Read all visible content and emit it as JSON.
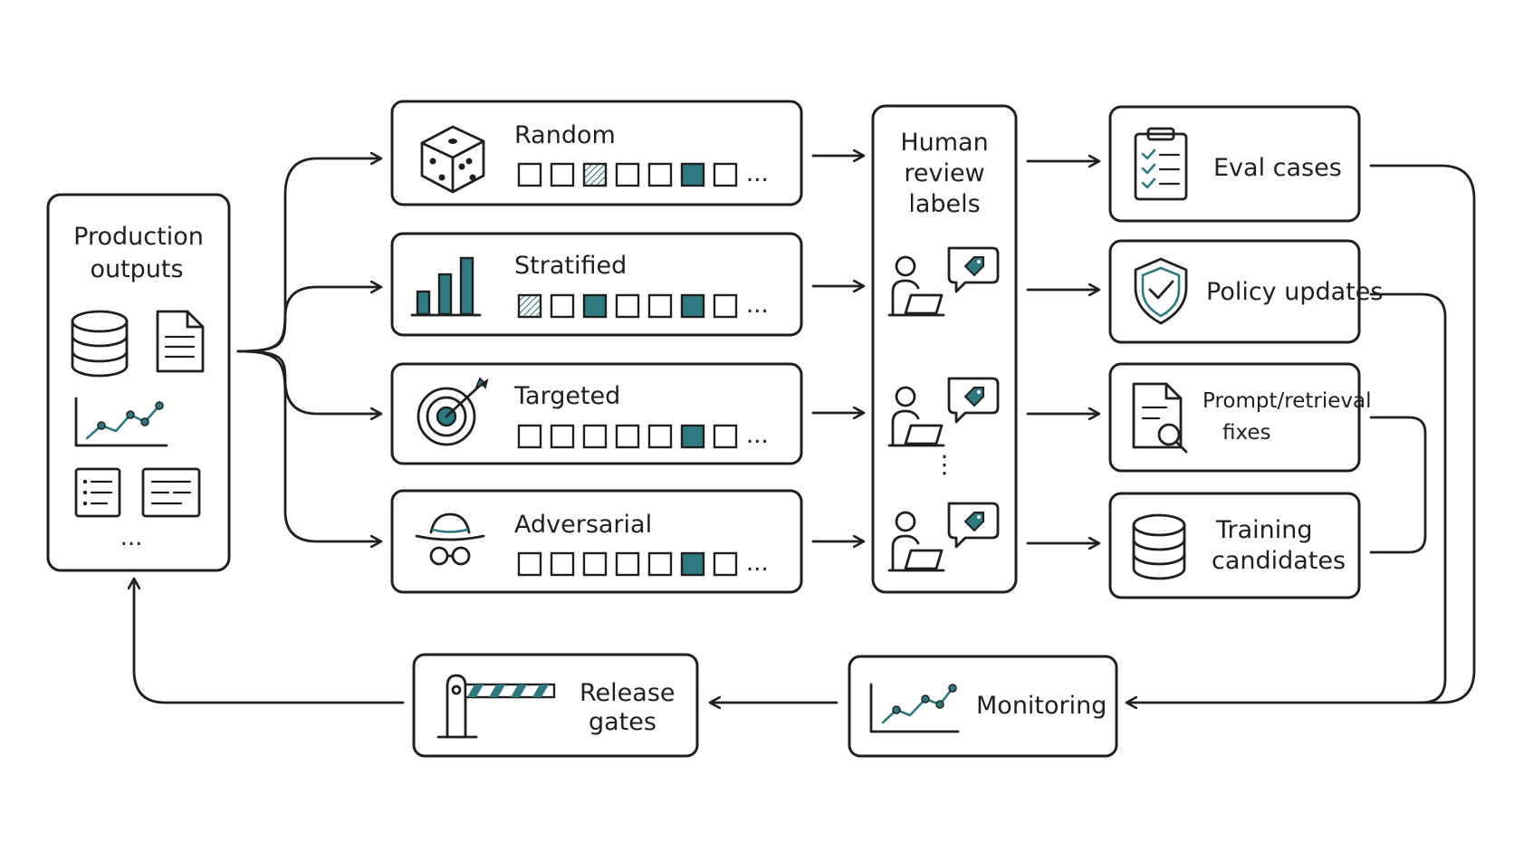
{
  "source": {
    "label_line1": "Production",
    "label_line2": "outputs",
    "more": "..."
  },
  "samplers": [
    {
      "label": "Random",
      "icon": "dice-icon",
      "cells": [
        "empty",
        "empty",
        "hatch",
        "empty",
        "empty",
        "full",
        "empty"
      ]
    },
    {
      "label": "Stratified",
      "icon": "bar-chart-icon",
      "cells": [
        "hatch",
        "empty",
        "full",
        "empty",
        "empty",
        "full",
        "empty"
      ]
    },
    {
      "label": "Targeted",
      "icon": "target-icon",
      "cells": [
        "empty",
        "empty",
        "empty",
        "empty",
        "empty",
        "full",
        "empty"
      ]
    },
    {
      "label": "Adversarial",
      "icon": "spy-icon",
      "cells": [
        "empty",
        "empty",
        "empty",
        "empty",
        "empty",
        "full",
        "empty"
      ]
    }
  ],
  "cells_more": "...",
  "review": {
    "line1": "Human",
    "line2": "review",
    "line3": "labels",
    "more": "⋮"
  },
  "outputs": [
    {
      "id": "eval-cases",
      "lines": [
        "Eval cases"
      ],
      "icon": "clipboard-checklist-icon"
    },
    {
      "id": "policy-updates",
      "lines": [
        "Policy updates"
      ],
      "icon": "shield-check-icon"
    },
    {
      "id": "prompt-retrieval-fixes",
      "lines": [
        "Prompt/retrieval",
        "fixes"
      ],
      "icon": "document-search-icon"
    },
    {
      "id": "training-candidates",
      "lines": [
        "Training",
        "candidates"
      ],
      "icon": "database-icon"
    }
  ],
  "monitoring": {
    "label": "Monitoring",
    "icon": "line-chart-icon"
  },
  "release": {
    "line1": "Release",
    "line2": "gates",
    "icon": "barrier-gate-icon"
  },
  "colors": {
    "accent": "#2f7a80",
    "ink": "#1f1f1f",
    "background": "#ffffff"
  }
}
